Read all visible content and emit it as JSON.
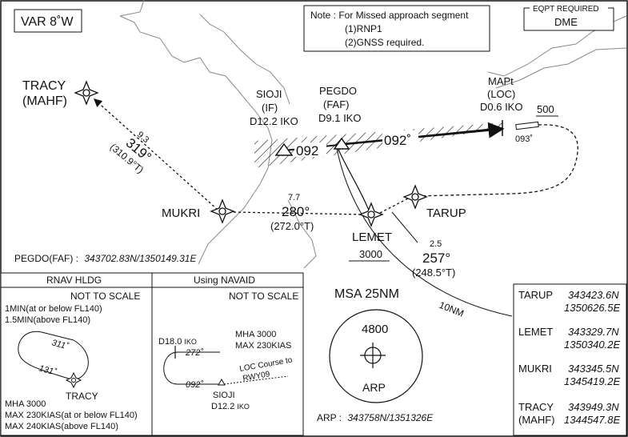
{
  "variation": "VAR 8˚W",
  "note": {
    "line1": "Note : For Missed approach segment",
    "line2": "(1)RNP1",
    "line3": "(2)GNSS required."
  },
  "eqpt": {
    "label": "EQPT REQUIRED",
    "value": "DME"
  },
  "fixes": {
    "tracy": {
      "name": "TRACY",
      "sub": "(MAHF)"
    },
    "sioji": {
      "name": "SIOJI",
      "role": "(IF)",
      "dist": "D12.2 IKO"
    },
    "pegdo": {
      "name": "PEGDO",
      "role": "(FAF)",
      "dist": "D9.1 IKO"
    },
    "mapt": {
      "name": "MAPt",
      "role": "(LOC)",
      "dist": "D0.6 IKO"
    },
    "mukri": {
      "name": "MUKRI"
    },
    "lemet": {
      "name": "LEMET"
    },
    "tarup": {
      "name": "TARUP"
    }
  },
  "legs": {
    "tracy_leg": {
      "dist": "9.3",
      "course": "319°",
      "true": "(310.9°T)"
    },
    "mukri_leg": {
      "dist": "7.7",
      "course": "280°",
      "true": "(272.0°T)"
    },
    "lemet_leg": {
      "dist": "2.5",
      "course": "257°",
      "true": "(248.5°T)"
    },
    "final_course_a": "092",
    "final_course_b": "092˚",
    "missed_course": "093˚",
    "alt_mapt": "500",
    "alt_lemet": "3000",
    "arc_label": "10NM"
  },
  "pegdo_coord": {
    "label": "PEGDO(FAF) :",
    "value": "343702.83N/1350149.31E"
  },
  "rnav_hldg": {
    "title": "RNAV HLDG",
    "not_to_scale": "NOT TO SCALE",
    "min1": "1MIN(at or below FL140)",
    "min2": "1.5MIN(above FL140)",
    "inbound": "311˚",
    "outbound": "131˚",
    "fix": "TRACY",
    "mha": "MHA 3000",
    "kias1": "MAX 230KIAS(at or below FL140)",
    "kias2": "MAX 240KIAS(above FL140)"
  },
  "navaid_hldg": {
    "title": "Using NAVAID",
    "not_to_scale": "NOT TO SCALE",
    "d18": "D18.0",
    "iko": "IKO",
    "inbound": "272˚",
    "outbound": "092˚",
    "mha": "MHA 3000",
    "kias": "MAX 230KIAS",
    "loc1": "LOC Course to",
    "loc2": "RWY09",
    "fix": "SIOJI",
    "fix_dist": "D12.2",
    "fix_iko": "IKO"
  },
  "msa": {
    "title": "MSA 25NM",
    "alt": "4800",
    "center": "ARP"
  },
  "arp": {
    "label": "ARP :",
    "value": "343758N/1351326E"
  },
  "coords": [
    {
      "name": "TARUP",
      "lat": "343423.6N",
      "lon": "1350626.5E"
    },
    {
      "name": "LEMET",
      "lat": "343329.7N",
      "lon": "1350340.2E"
    },
    {
      "name": "MUKRI",
      "lat": "343345.5N",
      "lon": "1345419.2E"
    },
    {
      "name": "TRACY",
      "sub": "(MAHF)",
      "lat": "343949.3N",
      "lon": "1344547.8E"
    }
  ]
}
